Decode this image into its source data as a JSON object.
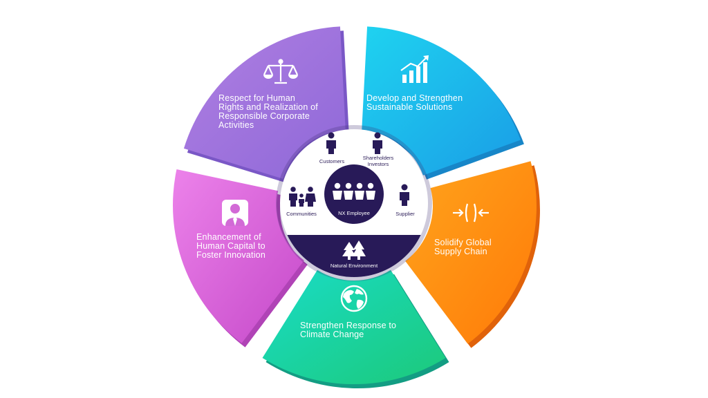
{
  "segments": [
    {
      "id": "human-rights",
      "label": [
        "Respect for Human",
        "Rights and Realization of",
        "Responsible Corporate",
        "Activities"
      ],
      "icon": "scales-icon",
      "color_start": "#b07fe2",
      "color_end": "#8e68d8",
      "side_color": "#7a57c6"
    },
    {
      "id": "sustainable-solutions",
      "label": [
        "Develop and Strengthen",
        "Sustainable Solutions"
      ],
      "icon": "growth-chart-icon",
      "color_start": "#1fd3f0",
      "color_end": "#1a9de6",
      "side_color": "#1786c8"
    },
    {
      "id": "supply-chain",
      "label": [
        "Solidify Global",
        "Supply Chain"
      ],
      "icon": "converge-arrows-icon",
      "color_start": "#ffa41c",
      "color_end": "#ff7a08",
      "side_color": "#e0620a"
    },
    {
      "id": "climate-change",
      "label": [
        "Strengthen Response to",
        "Climate Change"
      ],
      "icon": "globe-icon",
      "color_start": "#19dcc6",
      "color_end": "#1cc97a",
      "side_color": "#139d83"
    },
    {
      "id": "human-capital",
      "label": [
        "Enhancement of",
        "Human Capital to",
        "Foster Innovation"
      ],
      "icon": "person-tie-icon",
      "color_start": "#ec82ea",
      "color_end": "#c549c9",
      "side_color": "#b043b6"
    }
  ],
  "stakeholders": {
    "center": "NX Employee",
    "customers": "Customers",
    "shareholders": [
      "Shareholders",
      "Investors"
    ],
    "communities": "Communities",
    "supplier": "Supplier",
    "environment": "Natural Environment"
  },
  "colors": {
    "navy": "#281a58",
    "center_fill": "#ffffff"
  }
}
